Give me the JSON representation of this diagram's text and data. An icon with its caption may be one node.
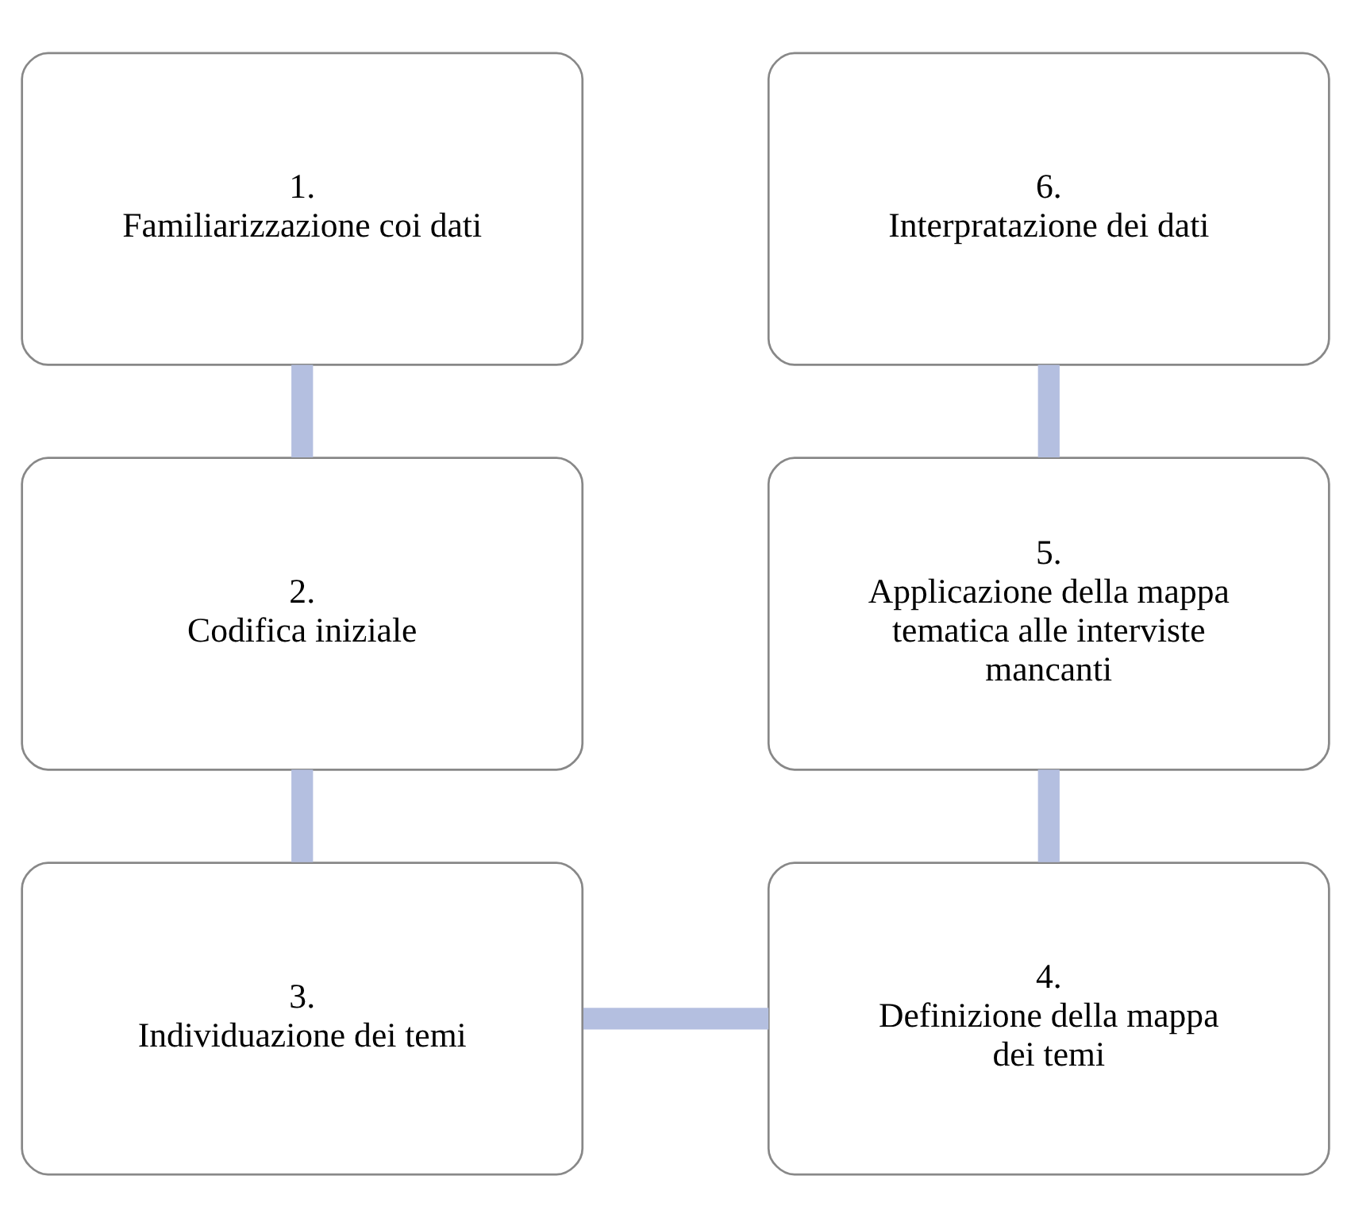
{
  "diagram": {
    "nodes": [
      {
        "text": [
          "1.",
          "Familiarizzazione coi dati"
        ]
      },
      {
        "text": [
          "2.",
          "Codifica iniziale"
        ]
      },
      {
        "text": [
          "3.",
          "Individuazione dei temi"
        ]
      },
      {
        "text": [
          "4.",
          "Definizione della mappa dei temi"
        ]
      },
      {
        "text": [
          "5.",
          "Applicazione della mappa tematica alle interviste mancanti"
        ]
      },
      {
        "text": [
          "6.",
          "Interpratazione dei dati"
        ]
      }
    ],
    "edges": [
      {
        "from": 0,
        "to": 1,
        "arrow": "none"
      },
      {
        "from": 1,
        "to": 2,
        "arrow": "none"
      },
      {
        "from": 2,
        "to": 3,
        "arrow": "none"
      },
      {
        "from": 3,
        "to": 4,
        "arrow": "none"
      },
      {
        "from": 4,
        "to": 5,
        "arrow": "none"
      }
    ]
  }
}
